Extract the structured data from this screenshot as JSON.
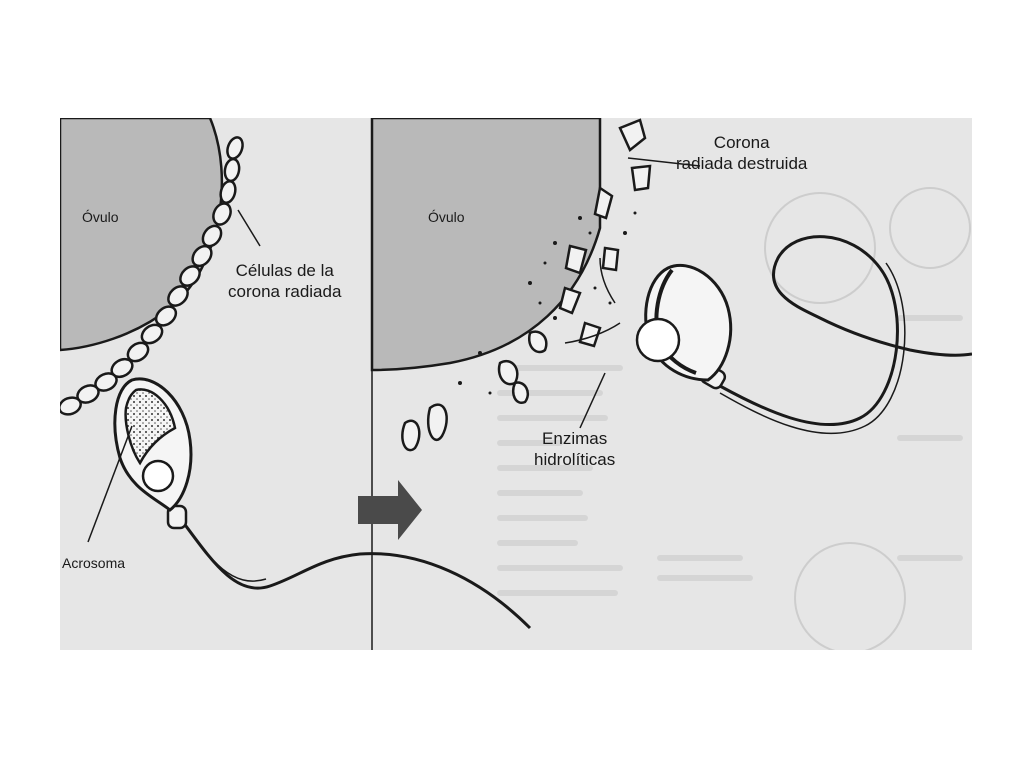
{
  "diagram": {
    "labels": {
      "ovulo_left": "Óvulo",
      "ovulo_middle": "Óvulo",
      "celulas": [
        "Células de la",
        "corona radiada"
      ],
      "acrosoma": "Acrosoma",
      "corona_destruida": [
        "Corona",
        "radiada destruida"
      ],
      "enzimas": [
        "Enzimas",
        "hidrolíticas"
      ]
    },
    "colors": {
      "background": "#e6e6e6",
      "ovum": "#b9b9b9",
      "ink": "#1a1a1a",
      "arrow": "#4a4a4a"
    },
    "icons": {
      "transition_arrow": "right-arrow-icon"
    }
  }
}
